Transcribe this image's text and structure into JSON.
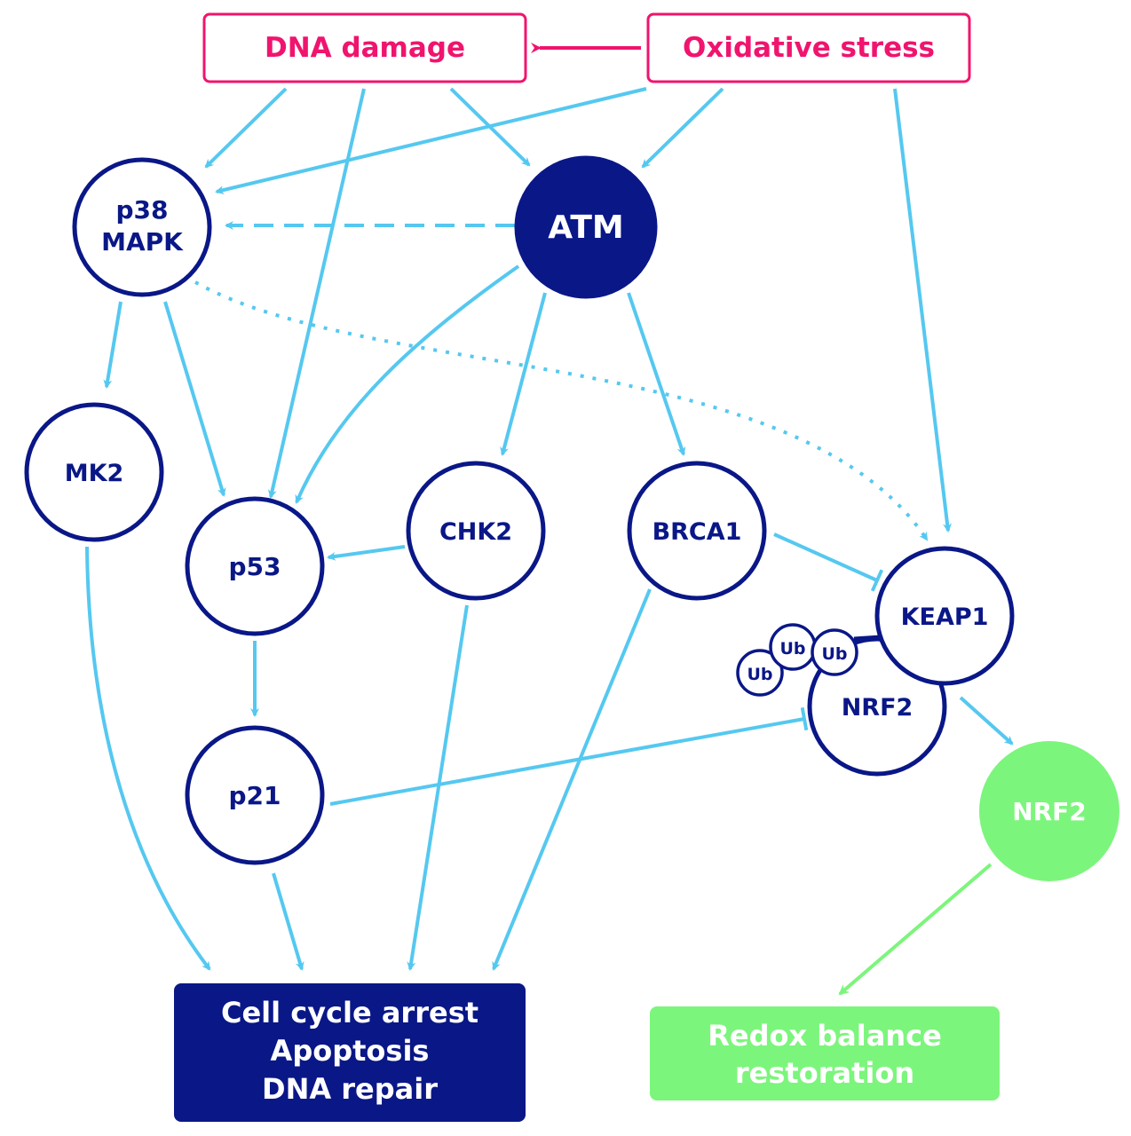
{
  "colors": {
    "stress": "#f0146e",
    "node_stroke": "#0a1787",
    "node_fill_dark": "#0a1787",
    "edge": "#55c8f0",
    "nrf2_active": "#7cf57c",
    "outcome_green": "#7cf57c",
    "text_light": "#ffffff"
  },
  "stressors": {
    "dna_damage": "DNA damage",
    "oxidative_stress": "Oxidative stress"
  },
  "nodes": {
    "p38_line1": "p38",
    "p38_line2": "MAPK",
    "atm": "ATM",
    "mk2": "MK2",
    "p53": "p53",
    "chk2": "CHK2",
    "brca1": "BRCA1",
    "keap1": "KEAP1",
    "nrf2_bound": "NRF2",
    "ub": "Ub",
    "p21": "p21",
    "nrf2_active": "NRF2"
  },
  "outcomes": {
    "dna_response": [
      "Cell cycle arrest",
      "Apoptosis",
      "DNA repair"
    ],
    "redox": [
      "Redox balance",
      "restoration"
    ]
  }
}
